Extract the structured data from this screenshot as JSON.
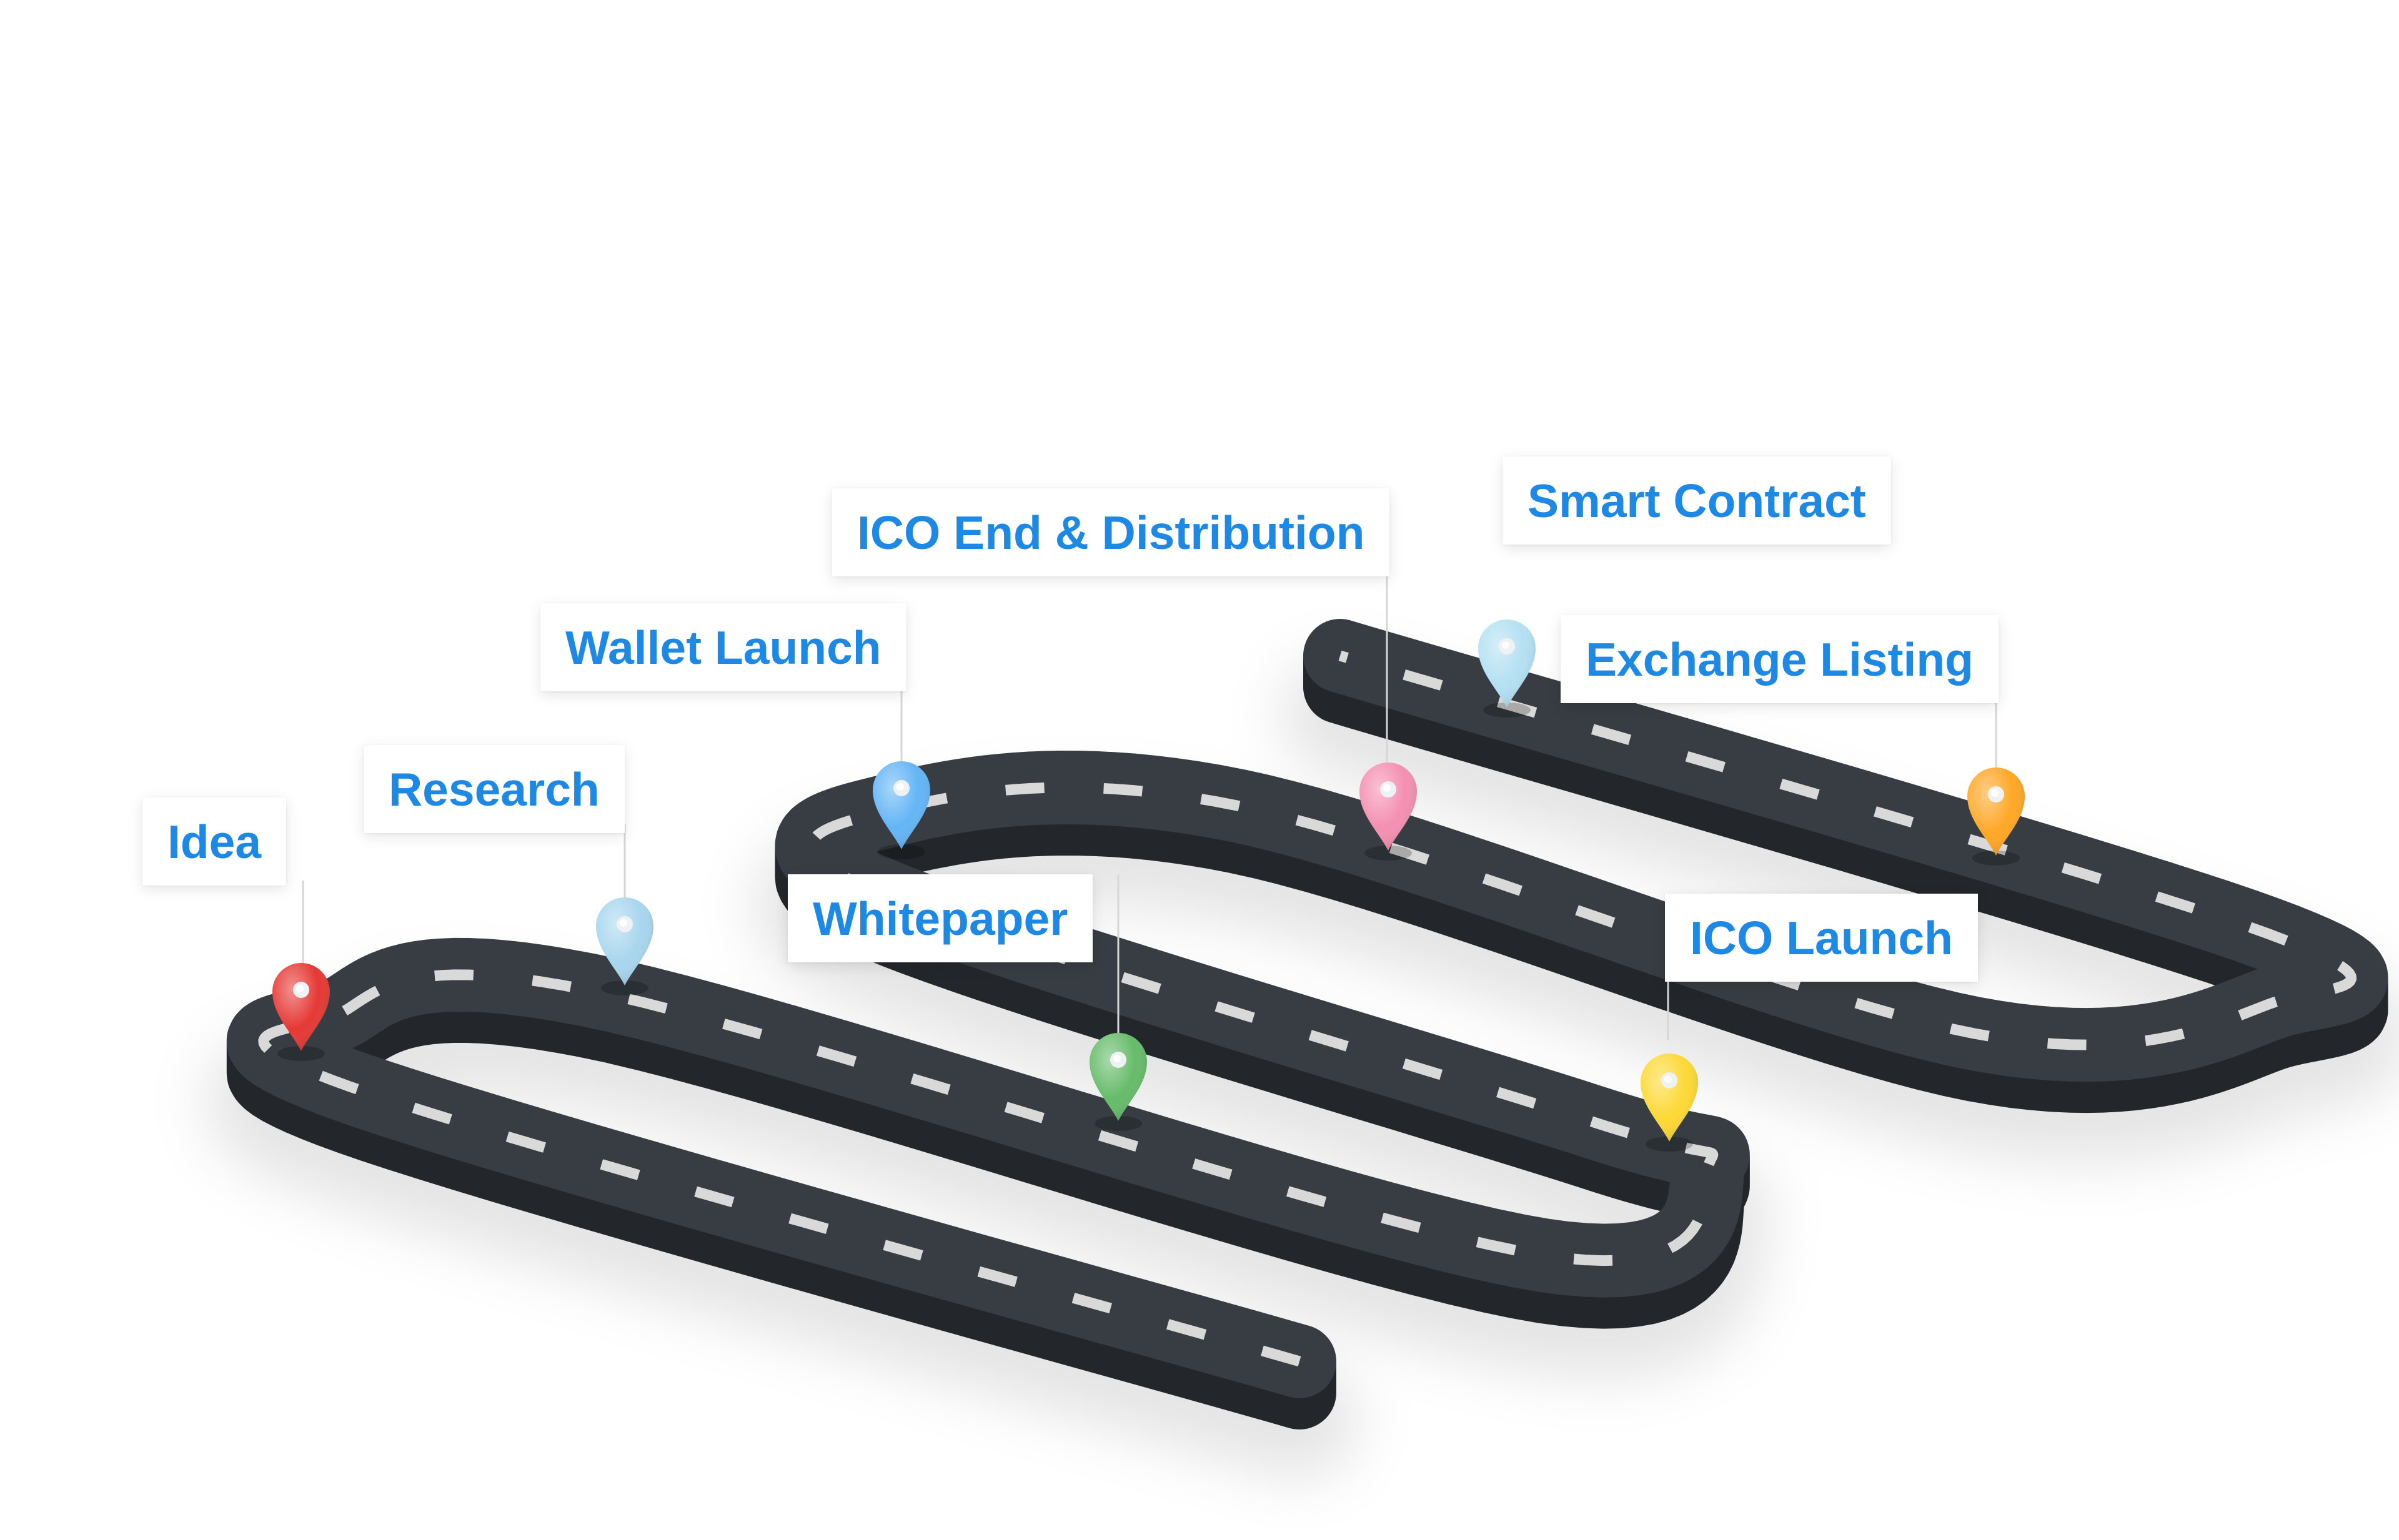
{
  "milestones": [
    {
      "id": "idea",
      "label": "Idea",
      "pin_color": "#e53935"
    },
    {
      "id": "research",
      "label": "Research",
      "pin_color": "#a8d6ee"
    },
    {
      "id": "wallet-launch",
      "label": "Wallet Launch",
      "pin_color": "#64b5f6"
    },
    {
      "id": "whitepaper",
      "label": "Whitepaper",
      "pin_color": "#66bb6a"
    },
    {
      "id": "ico-end-distribution",
      "label": "ICO End & Distribution",
      "pin_color": "#f48fb1"
    },
    {
      "id": "ico-launch",
      "label": "ICO Launch",
      "pin_color": "#fdd835"
    },
    {
      "id": "smart-contract",
      "label": "Smart Contract",
      "pin_color": "#b3e0f2"
    },
    {
      "id": "exchange-listing",
      "label": "Exchange Listing",
      "pin_color": "#ffa726"
    }
  ],
  "colors": {
    "road_top": "#373d42",
    "road_side": "#23272b",
    "lane_dash": "#d9d9d9",
    "label_text": "#1e88e5",
    "leader_line": "#d6d6d6"
  }
}
